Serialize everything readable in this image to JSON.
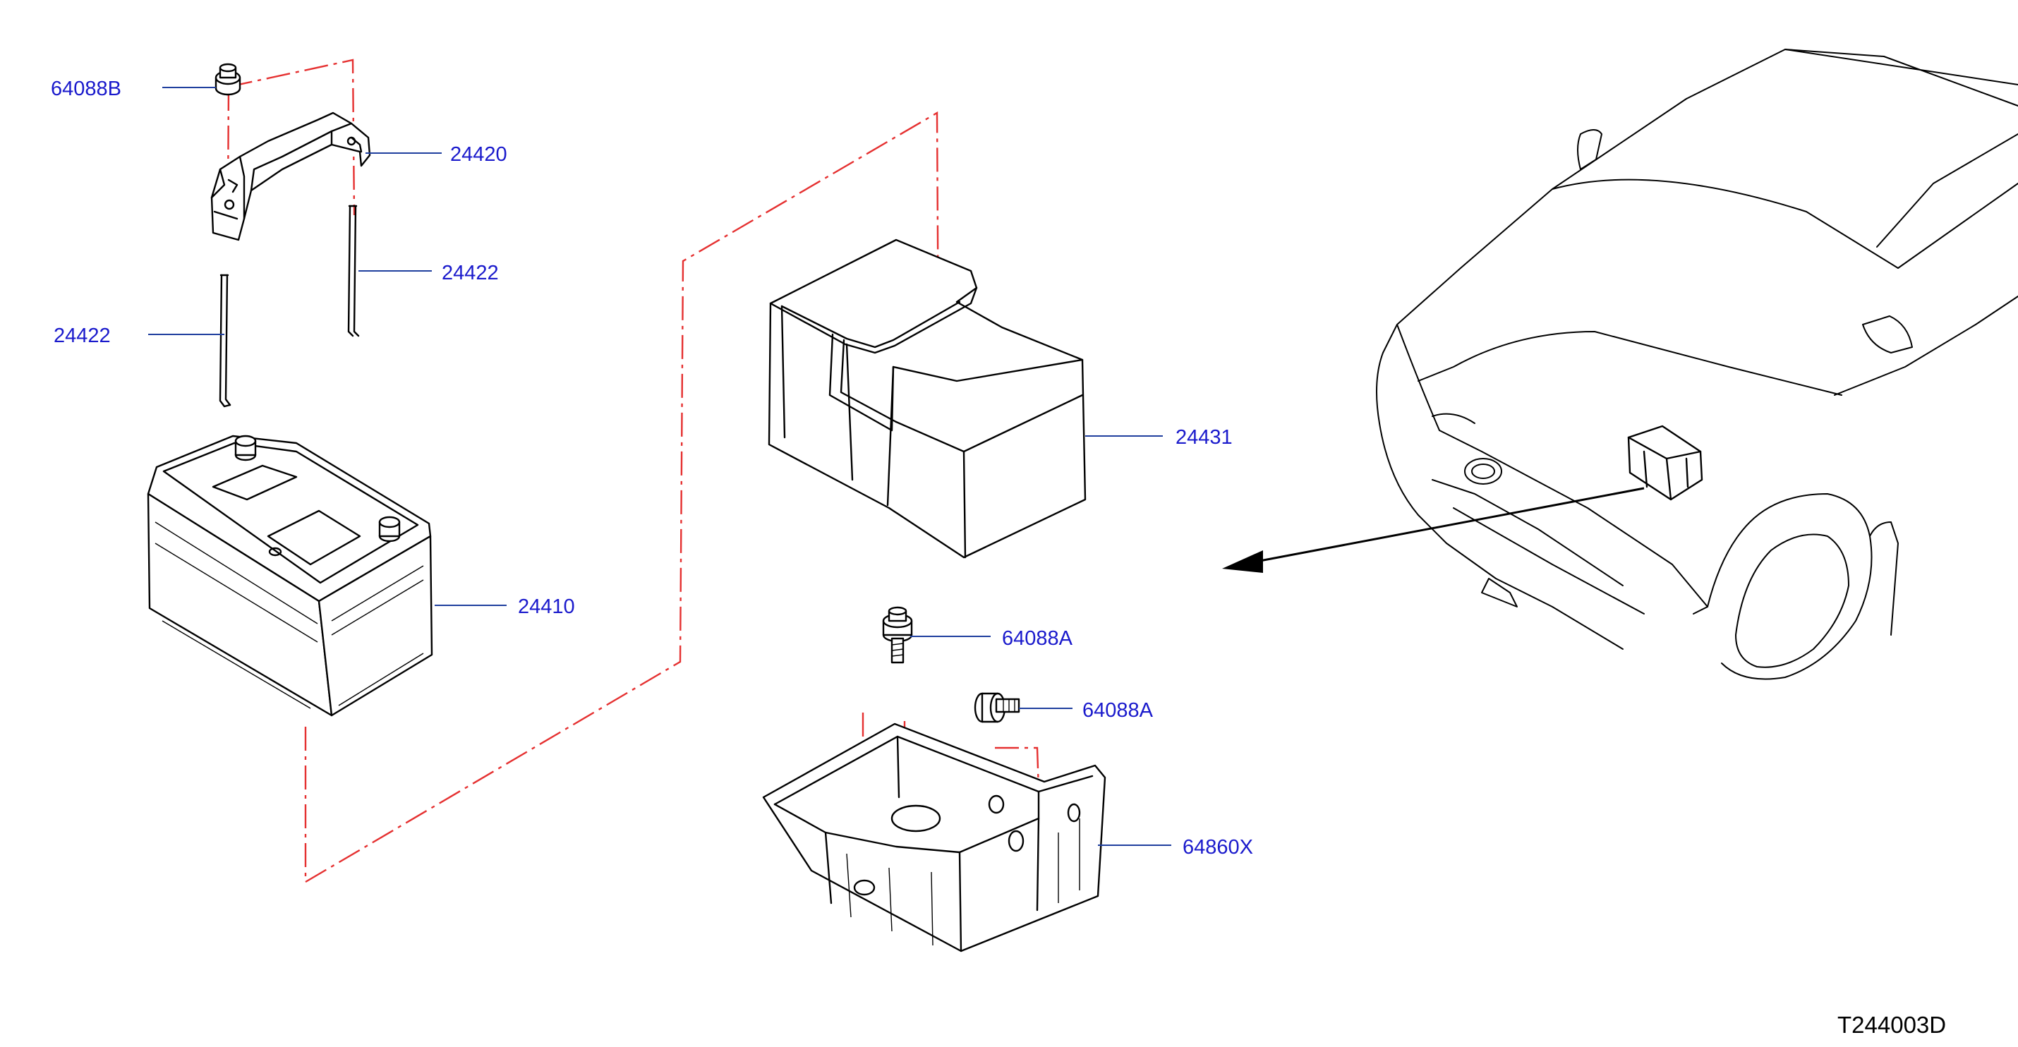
{
  "diagram_code": "T244003D",
  "parts": [
    {
      "id": "nut-top",
      "number": "64088B"
    },
    {
      "id": "battery-frame",
      "number": "24420"
    },
    {
      "id": "rod-right",
      "number": "24422"
    },
    {
      "id": "rod-left",
      "number": "24422"
    },
    {
      "id": "battery-cover",
      "number": "24431"
    },
    {
      "id": "battery",
      "number": "24410"
    },
    {
      "id": "bolt-1",
      "number": "64088A"
    },
    {
      "id": "bolt-2",
      "number": "64088A"
    },
    {
      "id": "battery-tray",
      "number": "64860X"
    }
  ],
  "colors": {
    "part_number_text": "#1a1acc",
    "leader_line": "#1f3f9e",
    "phantom_line": "#e53030",
    "drawing": "#000000"
  },
  "icons": [
    "location-arrow-icon"
  ]
}
